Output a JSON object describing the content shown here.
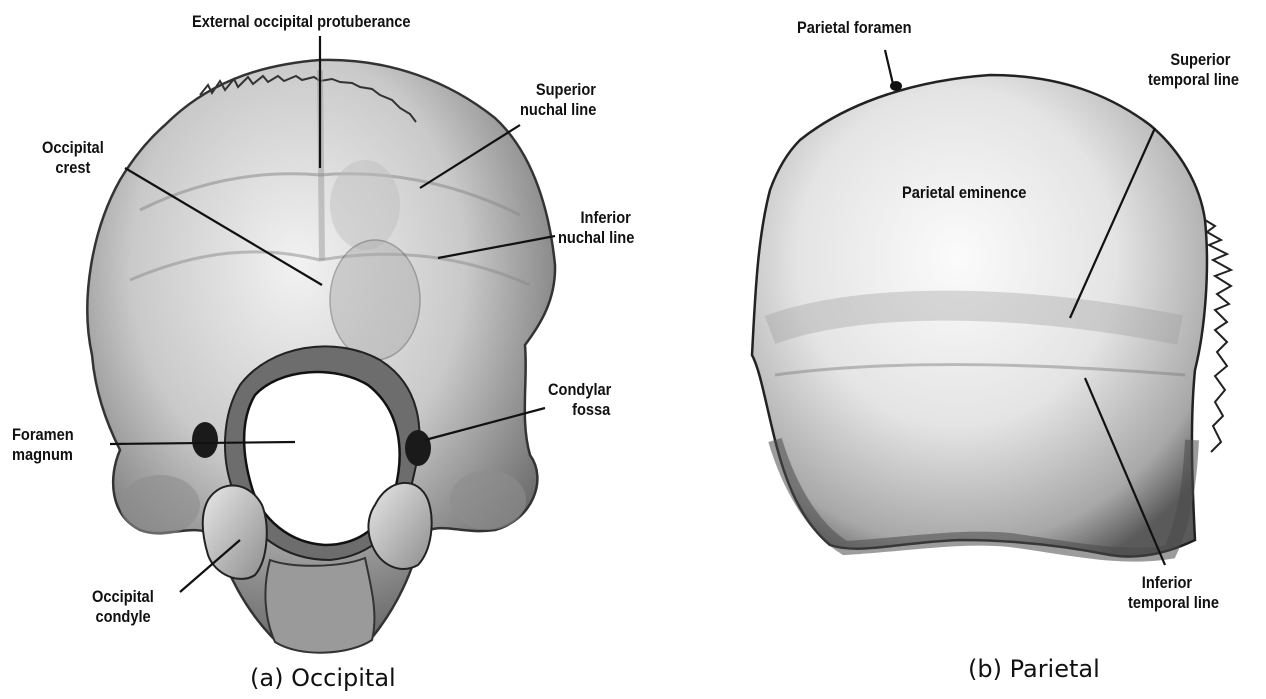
{
  "occipital": {
    "caption": "(a) Occipital",
    "labels": {
      "external_occipital_protuberance": "External occipital protuberance",
      "superior_nuchal_line_1": "Superior",
      "superior_nuchal_line_2": "nuchal line",
      "occipital_crest_1": "Occipital",
      "occipital_crest_2": "crest",
      "inferior_nuchal_line_1": "Inferior",
      "inferior_nuchal_line_2": "nuchal line",
      "foramen_magnum_1": "Foramen",
      "foramen_magnum_2": "magnum",
      "condylar_fossa_1": "Condylar",
      "condylar_fossa_2": "fossa",
      "occipital_condyle_1": "Occipital",
      "occipital_condyle_2": "condyle"
    }
  },
  "parietal": {
    "caption": "(b) Parietal",
    "labels": {
      "parietal_foramen": "Parietal foramen",
      "superior_temporal_line_1": "Superior",
      "superior_temporal_line_2": "temporal line",
      "parietal_eminence": "Parietal eminence",
      "inferior_temporal_line_1": "Inferior",
      "inferior_temporal_line_2": "temporal line"
    }
  }
}
